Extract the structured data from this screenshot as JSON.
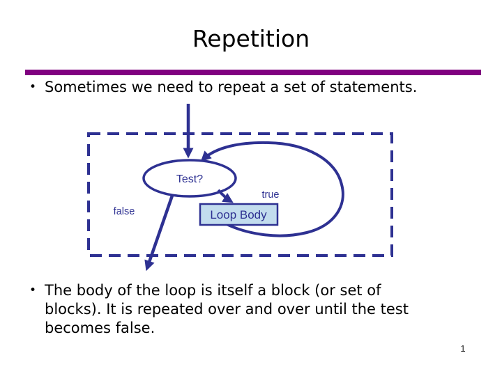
{
  "slide": {
    "title": "Repetition",
    "bullet_glyph": "•",
    "bullet1": "Sometimes we need to repeat a set of statements.",
    "bullet2_lines": [
      "The body of the loop is itself a block (or set of",
      "blocks).  It is repeated over and over until the test",
      "becomes false."
    ],
    "page_number": "1",
    "colors": {
      "divider_purple": "#800080",
      "diagram_navy": "#2e3192",
      "loop_body_fill": "#c2dcee",
      "body_text": "#000000"
    }
  },
  "diagram": {
    "test_label": "Test?",
    "true_label": "true",
    "false_label": "false",
    "loop_body_label": "Loop Body"
  }
}
